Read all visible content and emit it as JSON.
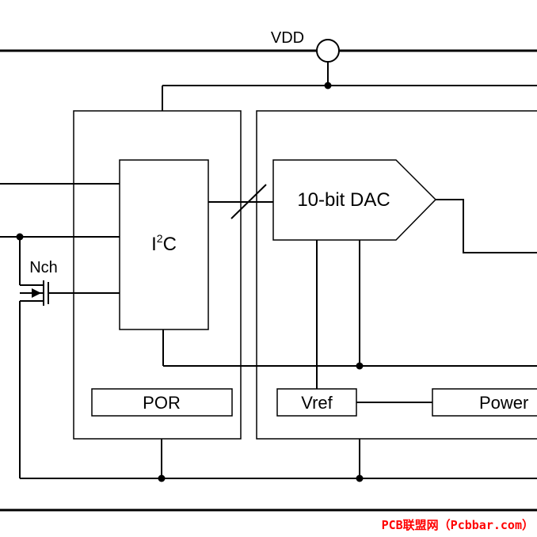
{
  "labels": {
    "vdd": "VDD",
    "dac": "10-bit DAC",
    "i2c_main": "I",
    "i2c_sup": "2",
    "i2c_tail": "C",
    "nch": "Nch",
    "por": "POR",
    "vref": "Vref",
    "power": "Power"
  },
  "watermark": {
    "text": "PCB联盟网（Pcbbar.com）",
    "color": "#ff0000"
  },
  "colors": {
    "line": "#000000",
    "background": "#ffffff"
  }
}
